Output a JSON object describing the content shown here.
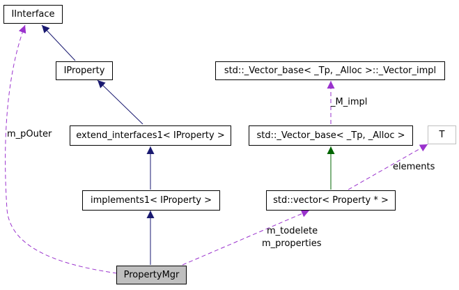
{
  "nodes": {
    "iinterface": "IInterface",
    "iproperty": "IProperty",
    "vector_impl": "std::_Vector_base< _Tp, _Alloc >::_Vector_impl",
    "extend_interfaces": "extend_interfaces1< IProperty >",
    "vector_base": "std::_Vector_base< _Tp, _Alloc >",
    "template_param": "T",
    "implements": "implements1< IProperty >",
    "vector_property": "std::vector< Property * >",
    "property_mgr": "PropertyMgr"
  },
  "edge_labels": {
    "m_pouter": "m_pOuter",
    "m_impl": "_M_impl",
    "elements": "elements",
    "m_todelete": "m_todelete",
    "m_properties": "m_properties"
  },
  "colors": {
    "inheritance": "#191970",
    "template_inheritance": "#006400",
    "usage": "#9a32cd",
    "focus_fill": "#bfbfbf"
  }
}
